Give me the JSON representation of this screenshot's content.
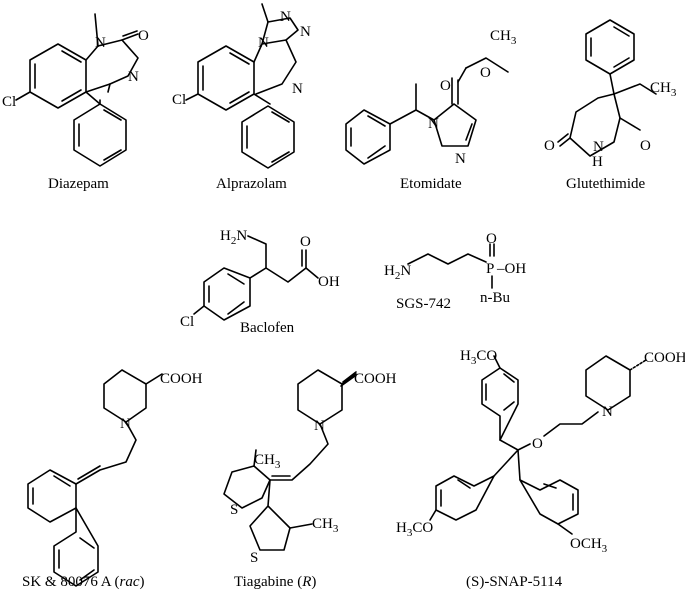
{
  "molecules": {
    "diazepam": {
      "caption": "Diazepam",
      "atoms": {
        "n": "N",
        "o": "O",
        "cl": "Cl",
        "n2": "N"
      }
    },
    "alprazolam": {
      "caption": "Alprazolam",
      "atoms": {
        "n": "N",
        "n2": "N",
        "n3": "N",
        "n4": "N",
        "cl": "Cl"
      }
    },
    "etomidate": {
      "caption": "Etomidate",
      "atoms": {
        "ch3": "CH",
        "ch3_sub": "3",
        "o1": "O",
        "o2": "O",
        "n1": "N",
        "n2": "N"
      }
    },
    "glutethimide": {
      "caption": "Glutethimide",
      "atoms": {
        "ch3": "CH",
        "ch3_sub": "3",
        "o1": "O",
        "o2": "O",
        "nh_n": "N",
        "nh_h": "H"
      }
    },
    "baclofen": {
      "caption": "Baclofen",
      "atoms": {
        "h2n": "H",
        "h2n_sub": "2",
        "h2n_n": "N",
        "o": "O",
        "oh": "OH",
        "cl": "Cl"
      }
    },
    "sgs742": {
      "caption": "SGS-742",
      "atoms": {
        "h2n": "H",
        "h2n_sub": "2",
        "h2n_n": "N",
        "o": "O",
        "p": "P",
        "oh": "–OH",
        "nbu": "n-Bu"
      }
    },
    "sk80076": {
      "caption_main": "SK & 80076 A (",
      "caption_italic": "rac",
      "caption_end": ")",
      "atoms": {
        "n": "N",
        "cooh": "COOH"
      }
    },
    "tiagabine": {
      "caption_main": "Tiagabine (",
      "caption_italic": "R",
      "caption_end": ")",
      "atoms": {
        "n": "N",
        "cooh": "COOH",
        "s1": "S",
        "s2": "S",
        "ch3a": "CH",
        "ch3a_sub": "3",
        "ch3b": "CH",
        "ch3b_sub": "3"
      }
    },
    "snap5114": {
      "caption": "(S)-SNAP-5114",
      "atoms": {
        "n": "N",
        "o": "O",
        "cooh": "COOH",
        "h3co1": "H",
        "h3co1_sub": "3",
        "h3co1_rest": "CO",
        "h3co2": "H",
        "h3co2_sub": "3",
        "h3co2_rest": "CO",
        "och3": "OCH",
        "och3_sub": "3"
      }
    }
  }
}
